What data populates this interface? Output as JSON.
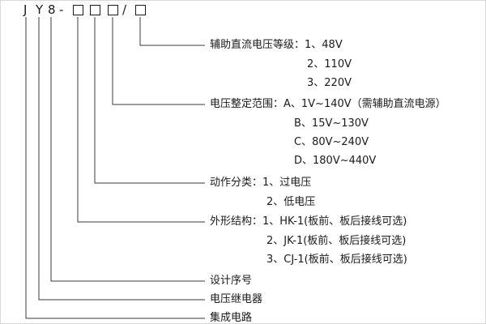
{
  "model": {
    "letters": [
      "J",
      "Y",
      "8"
    ],
    "dash": "-",
    "slash": "/"
  },
  "groups": [
    {
      "label": "辅助直流电压等级：1、48V",
      "items": [
        "2、110V",
        "3、220V"
      ]
    },
    {
      "label": "电压整定范围：A、1V~140V（需辅助直流电源）",
      "items": [
        "B、15V~130V",
        "C、80V~240V",
        "D、180V~440V"
      ]
    },
    {
      "label": "动作分类：1、过电压",
      "items": [
        "2、低电压"
      ]
    },
    {
      "label": "外形结构：1、HK-1(板前、板后接线可选)",
      "items": [
        "2、JK-1(板前、板后接线可选)",
        "3、CJ-1(板前、板后接线可选)"
      ]
    },
    {
      "label": "设计序号",
      "items": []
    },
    {
      "label": "电压继电器",
      "items": []
    },
    {
      "label": "集成电路",
      "items": []
    }
  ],
  "colors": {
    "text": "#1a1a1a",
    "line": "#3a3a3a",
    "background": "#ffffff"
  }
}
